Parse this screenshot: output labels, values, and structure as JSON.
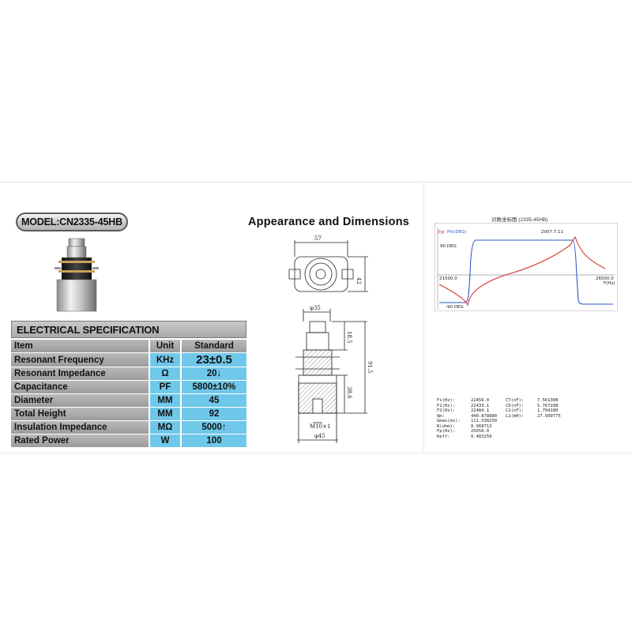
{
  "model": {
    "label": "MODEL:CN2335-45HB"
  },
  "spec": {
    "title": "ELECTRICAL SPECIFICATION",
    "columns": [
      "Item",
      "Unit",
      "Standard"
    ],
    "rows": [
      {
        "item": "Resonant Frequency",
        "unit": "KHz",
        "standard": "23±0.5"
      },
      {
        "item": "Resonant Impedance",
        "unit": "Ω",
        "standard": "20↓"
      },
      {
        "item": "Capacitance",
        "unit": "PF",
        "standard": "5800±10%"
      },
      {
        "item": "Diameter",
        "unit": "MM",
        "standard": "45"
      },
      {
        "item": "Total Height",
        "unit": "MM",
        "standard": "92"
      },
      {
        "item": "Insulation Impedance",
        "unit": "MΩ",
        "standard": "5000↑"
      },
      {
        "item": "Rated Power",
        "unit": "W",
        "standard": "100"
      }
    ]
  },
  "appearance": {
    "title": "Appearance and Dimensions",
    "dims": {
      "top_width": "57",
      "top_height": "42",
      "d_top": "φ35",
      "h1": "18.5",
      "h_total": "91.5",
      "h2": "38.6",
      "thread": "M10×1",
      "d_bottom": "φ45"
    }
  },
  "graph": {
    "title": "对数坐标图 (2335-45HB)",
    "date": "2007.7.11",
    "legend_g": "|Ig|",
    "legend_phi": "Phi(DEG)",
    "plus90": "90 DEG",
    "minus90": "-90 DEG",
    "xmin_label": "21500.0",
    "xmax_label": "26500.0",
    "xunit": "F(Hz)",
    "params": [
      {
        "k": "Fs(Hz):",
        "v": "22456.0",
        "k2": "CT(nF):",
        "v2": "7.561308"
      },
      {
        "k": "F1(Hz):",
        "v": "22433.1",
        "k2": "C0(nF):",
        "v2": "5.767288"
      },
      {
        "k": "F2(Hz):",
        "v": "22484.1",
        "k2": "C1(nF):",
        "v2": "1.794100"
      },
      {
        "k": "Qm:",
        "v": "440.878880",
        "k2": "L1(mH):",
        "v2": "27.999775"
      },
      {
        "k": "Gmax(ms):",
        "v": "111.538250",
        "k2": "",
        "v2": ""
      },
      {
        "k": "R(ohm):",
        "v": "8.968713",
        "k2": "",
        "v2": ""
      },
      {
        "k": "Fp(Hz):",
        "v": "25650.0",
        "k2": "",
        "v2": ""
      },
      {
        "k": "Keff:",
        "v": "0.483259",
        "k2": "",
        "v2": ""
      }
    ]
  }
}
